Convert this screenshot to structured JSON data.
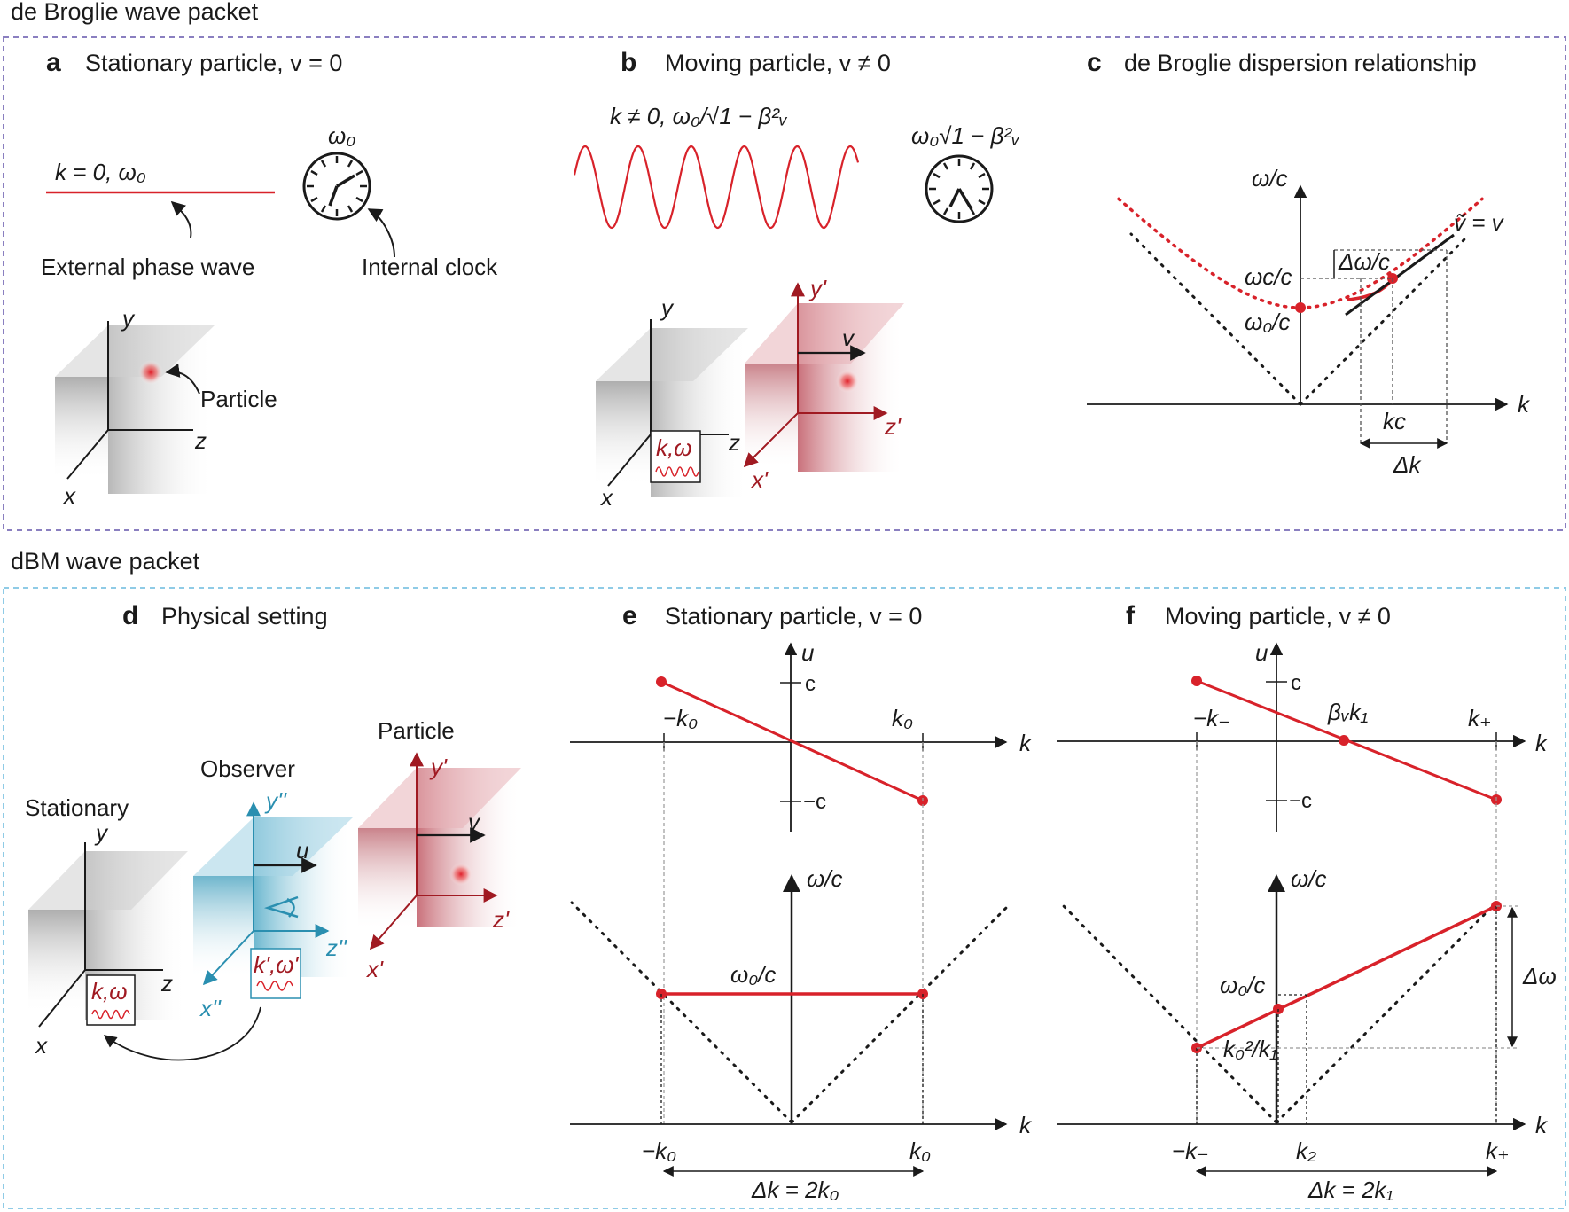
{
  "sections": {
    "top": "de Broglie wave packet",
    "bottom": "dBM wave packet"
  },
  "panels": {
    "a": {
      "letter": "a",
      "title": "Stationary particle, v = 0",
      "wave_label": "k = 0, ω₀",
      "clock_label": "ω₀",
      "wave_caption": "External phase wave",
      "clock_caption": "Internal clock",
      "particle_label": "Particle",
      "axis_x": "x",
      "axis_y": "y",
      "axis_z": "z"
    },
    "b": {
      "letter": "b",
      "title": "Moving particle, v ≠ 0",
      "wave_label": "k ≠ 0, ω₀/√1 − β²ᵥ",
      "clock_label": "ω₀√1 − β²ᵥ",
      "velocity": "v",
      "box_label": "k,ω",
      "axis_x": "x",
      "axis_y": "y",
      "axis_z": "z",
      "axis_x2": "x'",
      "axis_y2": "y'",
      "axis_z2": "z'"
    },
    "c": {
      "letter": "c",
      "title": "de Broglie dispersion relationship",
      "y_axis": "ω/c",
      "x_axis": "k",
      "omega_c": "ωc/c",
      "omega_o": "ω₀/c",
      "delta_omega": "Δω/c",
      "v_tilde": "ṽ = v",
      "k_c": "kc",
      "delta_k": "Δk"
    },
    "d": {
      "letter": "d",
      "title": "Physical setting",
      "stationary": "Stationary",
      "observer": "Observer",
      "particle": "Particle",
      "u": "u",
      "v": "v",
      "box1": "k,ω",
      "box2": "k',ω'",
      "axis_x": "x",
      "axis_y": "y",
      "axis_z": "z",
      "axis_x2": "x''",
      "axis_y2": "y''",
      "axis_z2": "z''",
      "axis_x3": "x'",
      "axis_y3": "y'",
      "axis_z3": "z'"
    },
    "e": {
      "letter": "e",
      "title": "Stationary particle, v = 0",
      "u_axis": "u",
      "k_axis": "k",
      "c_pos": "c",
      "c_neg": "−c",
      "k_neg": "−k₀",
      "k_pos": "k₀",
      "w_axis": "ω/c",
      "omega_o": "ω₀/c",
      "k_neg_b": "−k₀",
      "k_pos_b": "k₀",
      "delta_k": "Δk = 2k₀"
    },
    "f": {
      "letter": "f",
      "title": "Moving particle, v ≠ 0",
      "u_axis": "u",
      "k_axis": "k",
      "c_pos": "c",
      "c_neg": "−c",
      "k_minus": "−k₋",
      "k_plus": "k₊",
      "beta_k1": "βᵥk₁",
      "w_axis": "ω/c",
      "omega_o": "ω₀/c",
      "ko2_k1": "k₀²/k₁",
      "delta_omega": "Δω",
      "k_minus_b": "−k₋",
      "k2": "k₂",
      "k_plus_b": "k₊",
      "delta_k": "Δk = 2k₁"
    }
  },
  "colors": {
    "red": "#d8222a",
    "teal": "#2a8fb0",
    "dark_red": "#a01a22",
    "top_border": "#8a7fc0",
    "bottom_border": "#8fcbe6"
  }
}
